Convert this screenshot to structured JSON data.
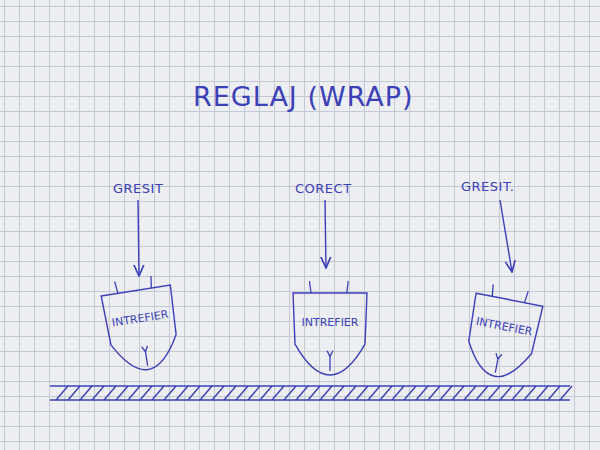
{
  "diagram": {
    "title": "REGLAJ (WRAP)",
    "nodes": [
      {
        "text": [
          "INTREFIER"
        ]
      },
      {
        "text": [
          "INTREFIER"
        ]
      },
      {
        "text": [
          "INTREFIER"
        ]
      }
    ],
    "labels": [
      "GRESIT",
      "CORECT",
      "GRESIT."
    ]
  }
}
